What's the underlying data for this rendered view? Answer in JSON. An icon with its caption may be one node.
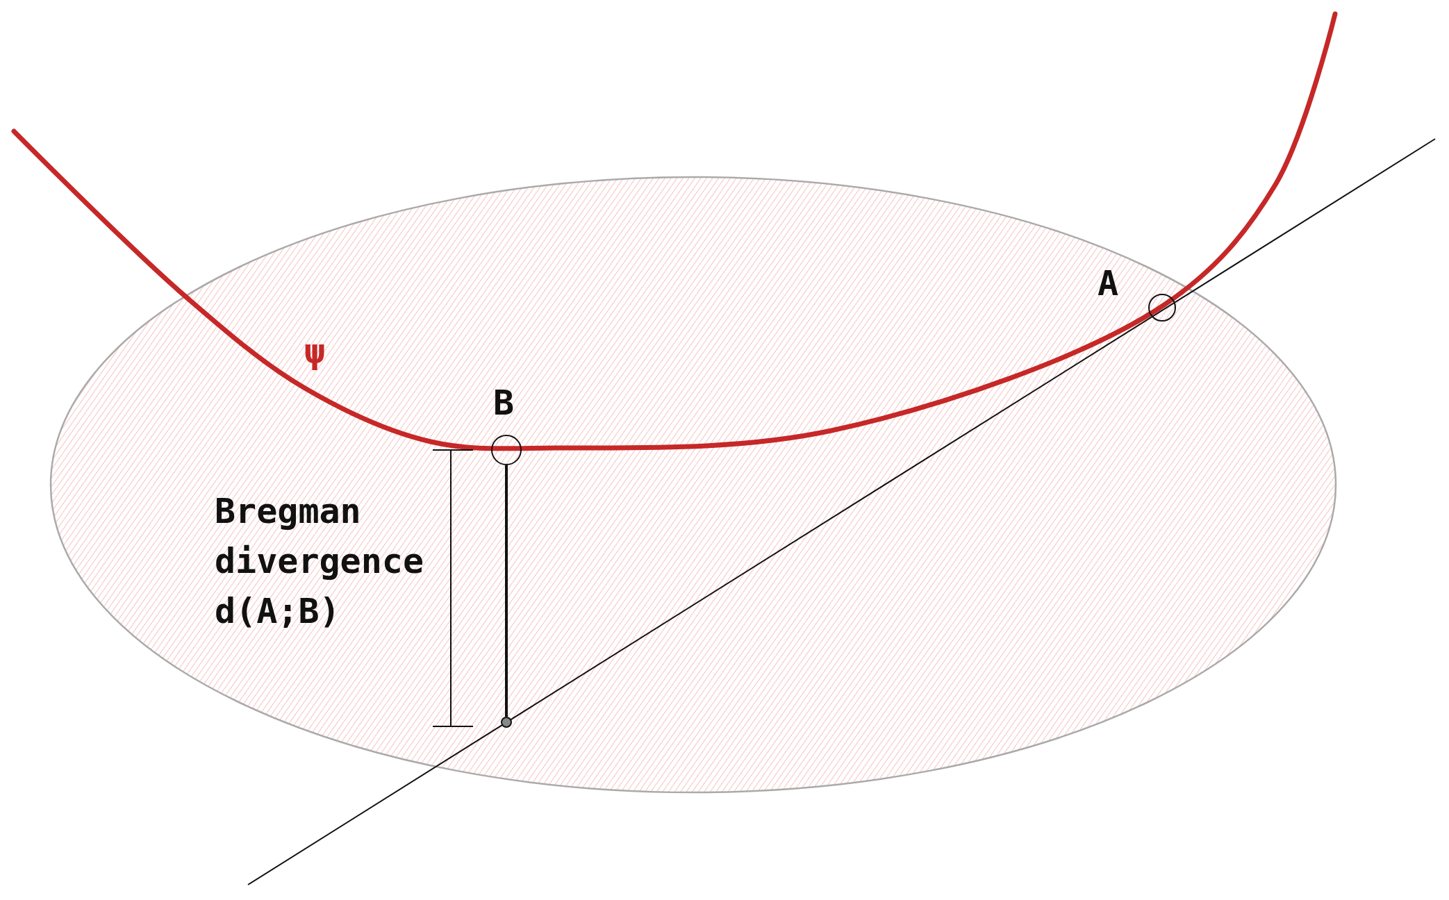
{
  "diagram": {
    "nodes": [
      {
        "text": [
          "A"
        ]
      },
      {
        "text": [
          "B"
        ]
      },
      {
        "text": [],
        "shape": "circle"
      }
    ],
    "edges": [
      {
        "from": 1,
        "to": 2,
        "arrow": "none"
      }
    ],
    "labels": [
      "ψ",
      "Bregman divergence d(A;B)"
    ]
  }
}
